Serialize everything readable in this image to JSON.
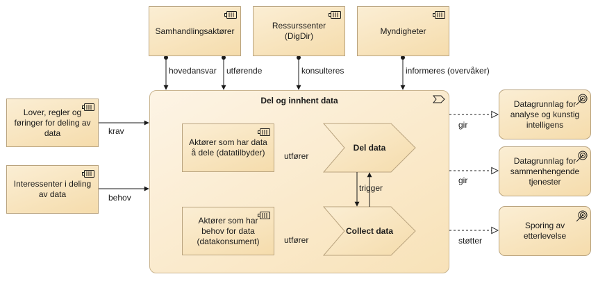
{
  "actors": {
    "samhandling": "Samhandlingsaktører",
    "ressurssenter": "Ressurssenter (DigDir)",
    "myndigheter": "Myndigheter"
  },
  "left": {
    "lover": "Lover, regler og føringer for deling av data",
    "interessenter": "Interessenter i deling av data"
  },
  "group": {
    "title": "Del og innhent data",
    "datatilbyder": "Aktører som har data å dele (datatilbyder)",
    "datakonsument": "Aktører som har behov for data (datakonsument)",
    "del_data": "Del  data",
    "collect_data": "Collect data"
  },
  "outcomes": {
    "analyse": "Datagrunnlag for analyse og kunstig intelligens",
    "tjenester": "Datagrunnlag for sammenhengende tjenester",
    "sporing": "Sporing av etterlevelse"
  },
  "relations": {
    "hovedansvar": "hovedansvar",
    "utforende": "utførende",
    "konsulteres": "konsulteres",
    "informeres": "informeres (overvåker)",
    "krav": "krav",
    "behov": "behov",
    "utforer1": "utfører",
    "utforer2": "utfører",
    "trigger": "trigger",
    "gir1": "gir",
    "gir2": "gir",
    "stotter": "støtter"
  },
  "icons": {
    "role": "role-battery-icon",
    "outcome": "outcome-target-icon",
    "process": "process-arrow-icon"
  },
  "colors": {
    "fill_light": "#fbeed4",
    "fill_dark": "#f5dcac",
    "border": "#b9a37e",
    "line": "#1a1a1a"
  }
}
